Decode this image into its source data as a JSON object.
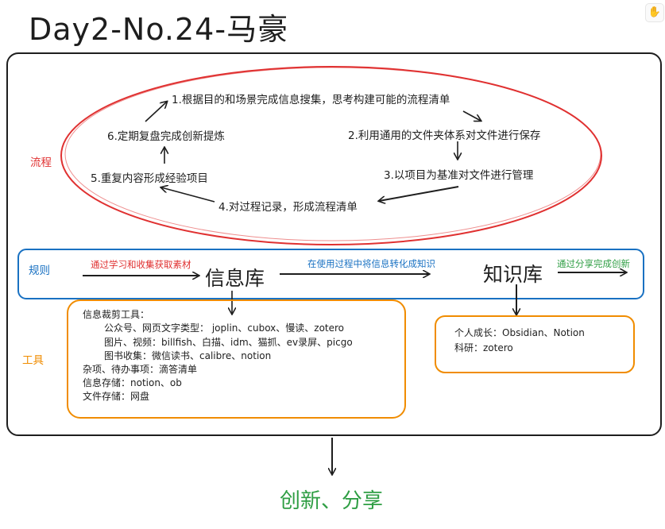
{
  "title": "Day2-No.24-马豪",
  "toolbar": {
    "hand_icon": "hand-icon"
  },
  "sections": {
    "process": "流程",
    "rules": "规则",
    "tools": "工具"
  },
  "process_steps": [
    "1.根据目的和场景完成信息搜集，思考构建可能的流程清单",
    "2.利用通用的文件夹体系对文件进行保存",
    "3.以项目为基准对文件进行管理",
    "4.对过程记录，形成流程清单",
    "5.重复内容形成经验项目",
    "6.定期复盘完成创新提炼"
  ],
  "rules": {
    "arrow1_label": "通过学习和收集获取素材",
    "info_lib": "信息库",
    "arrow2_label": "在使用过程中将信息转化成知识",
    "knowledge_lib": "知识库",
    "arrow3_label": "通过分享完成创新"
  },
  "tools_info": [
    "信息裁剪工具：",
    "公众号、网页文字类型： joplin、cubox、慢读、zotero",
    "图片、视频：billfish、白描、idm、猫抓、ev录屏、picgo",
    "图书收集：微信读书、calibre、notion",
    "杂项、待办事项：滴答清单",
    "信息存储：notion、ob",
    "文件存储：网盘"
  ],
  "tools_knowledge": [
    "个人成长：Obsidian、Notion",
    "科研：zotero"
  ],
  "footer": "创新、分享",
  "colors": {
    "process": "#e03131",
    "rules": "#1971c2",
    "tools": "#f08c00",
    "share": "#2f9e44",
    "stroke": "#1e1e1e"
  }
}
